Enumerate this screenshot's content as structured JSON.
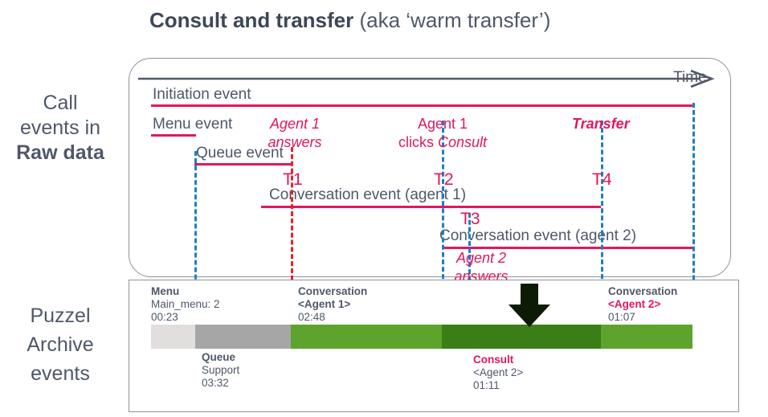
{
  "title": {
    "bold_part": "Consult and transfer",
    "rest": " (aka ‘warm transfer’)"
  },
  "row_labels": {
    "raw_line1": "Call",
    "raw_line2": "events in",
    "raw_line3": "Raw data",
    "archive_line1": "Puzzel",
    "archive_line2": "Archive",
    "archive_line3": "events"
  },
  "time_axis": {
    "label": "Time"
  },
  "raw_events": [
    {
      "name": "initiation",
      "label": "Initiation event"
    },
    {
      "name": "menu",
      "label": "Menu event"
    },
    {
      "name": "queue",
      "label": "Queue event"
    },
    {
      "name": "conversation-agent-1",
      "label": "Conversation event (agent 1)"
    },
    {
      "name": "conversation-agent-2",
      "label": "Conversation event (agent 2)"
    }
  ],
  "annotations": [
    {
      "name": "agent-1-answers",
      "line1": "Agent 1",
      "line2": "answers"
    },
    {
      "name": "agent-1-clicks-consult",
      "line1": "Agent 1",
      "line2_plain": "clicks ",
      "line2_italic": "Consult"
    },
    {
      "name": "transfer",
      "line1": "Transfer"
    },
    {
      "name": "agent-2-answers",
      "line1": "Agent 2",
      "line2": "answers"
    }
  ],
  "time_markers": [
    {
      "name": "t1",
      "label": "T1"
    },
    {
      "name": "t2",
      "label": "T2"
    },
    {
      "name": "t3",
      "label": "T3"
    },
    {
      "name": "t4",
      "label": "T4"
    }
  ],
  "archive_events": [
    {
      "name": "menu",
      "heading": "Menu",
      "detail": "Main_menu: 2",
      "duration": "00:23"
    },
    {
      "name": "queue",
      "heading": "Queue",
      "detail": "Support",
      "duration": "03:32"
    },
    {
      "name": "conversation-1",
      "heading": "Conversation",
      "detail": "<Agent 1>",
      "duration": "02:48"
    },
    {
      "name": "consult",
      "heading": "Consult",
      "detail": "<Agent 2>",
      "duration": "01:11"
    },
    {
      "name": "conversation-2",
      "heading": "Conversation",
      "detail": "<Agent 2>",
      "duration": "01:07"
    }
  ],
  "colors": {
    "pink": "#e2175f",
    "blue_guide": "#1f7fc4",
    "red_guide": "#e8222a",
    "text": "#4e5869",
    "green_light": "#5da32c",
    "green_dark": "#3b7d16",
    "gray_queue": "#a6a6a6",
    "gray_menu": "#e2dedd"
  }
}
